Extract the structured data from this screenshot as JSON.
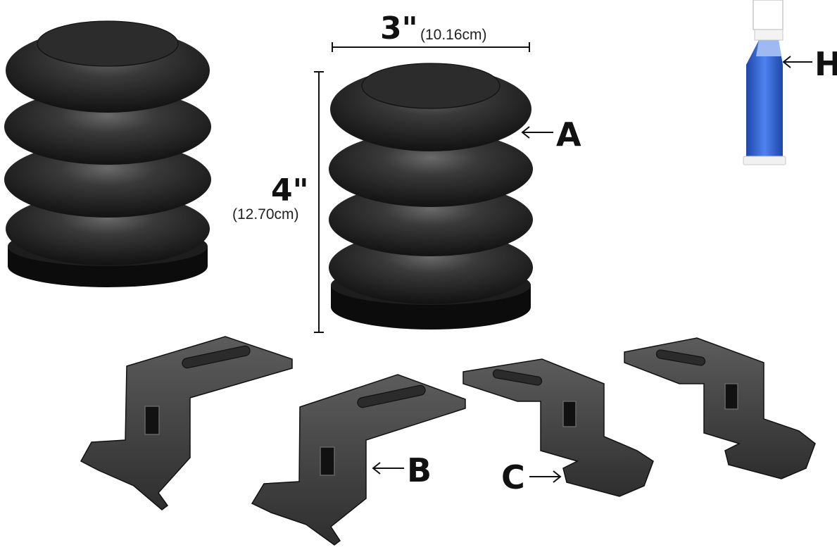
{
  "colors": {
    "rubber": "#2a2a2a",
    "rubber_light": "#5a5a5a",
    "rubber_dark": "#111111",
    "base": "#0c0c0c",
    "bracket": "#3a3a3a",
    "bracket_light": "#6b6b6b",
    "tube_blue": "#2d5fd3",
    "tube_cap": "#ffffff"
  },
  "dimensions": {
    "width_label": "3\"",
    "width_metric": "(10.16cm)",
    "height_label": "4\"",
    "height_metric": "(12.70cm)"
  },
  "callouts": {
    "a": "A",
    "b": "B",
    "c": "C",
    "h": "H"
  }
}
